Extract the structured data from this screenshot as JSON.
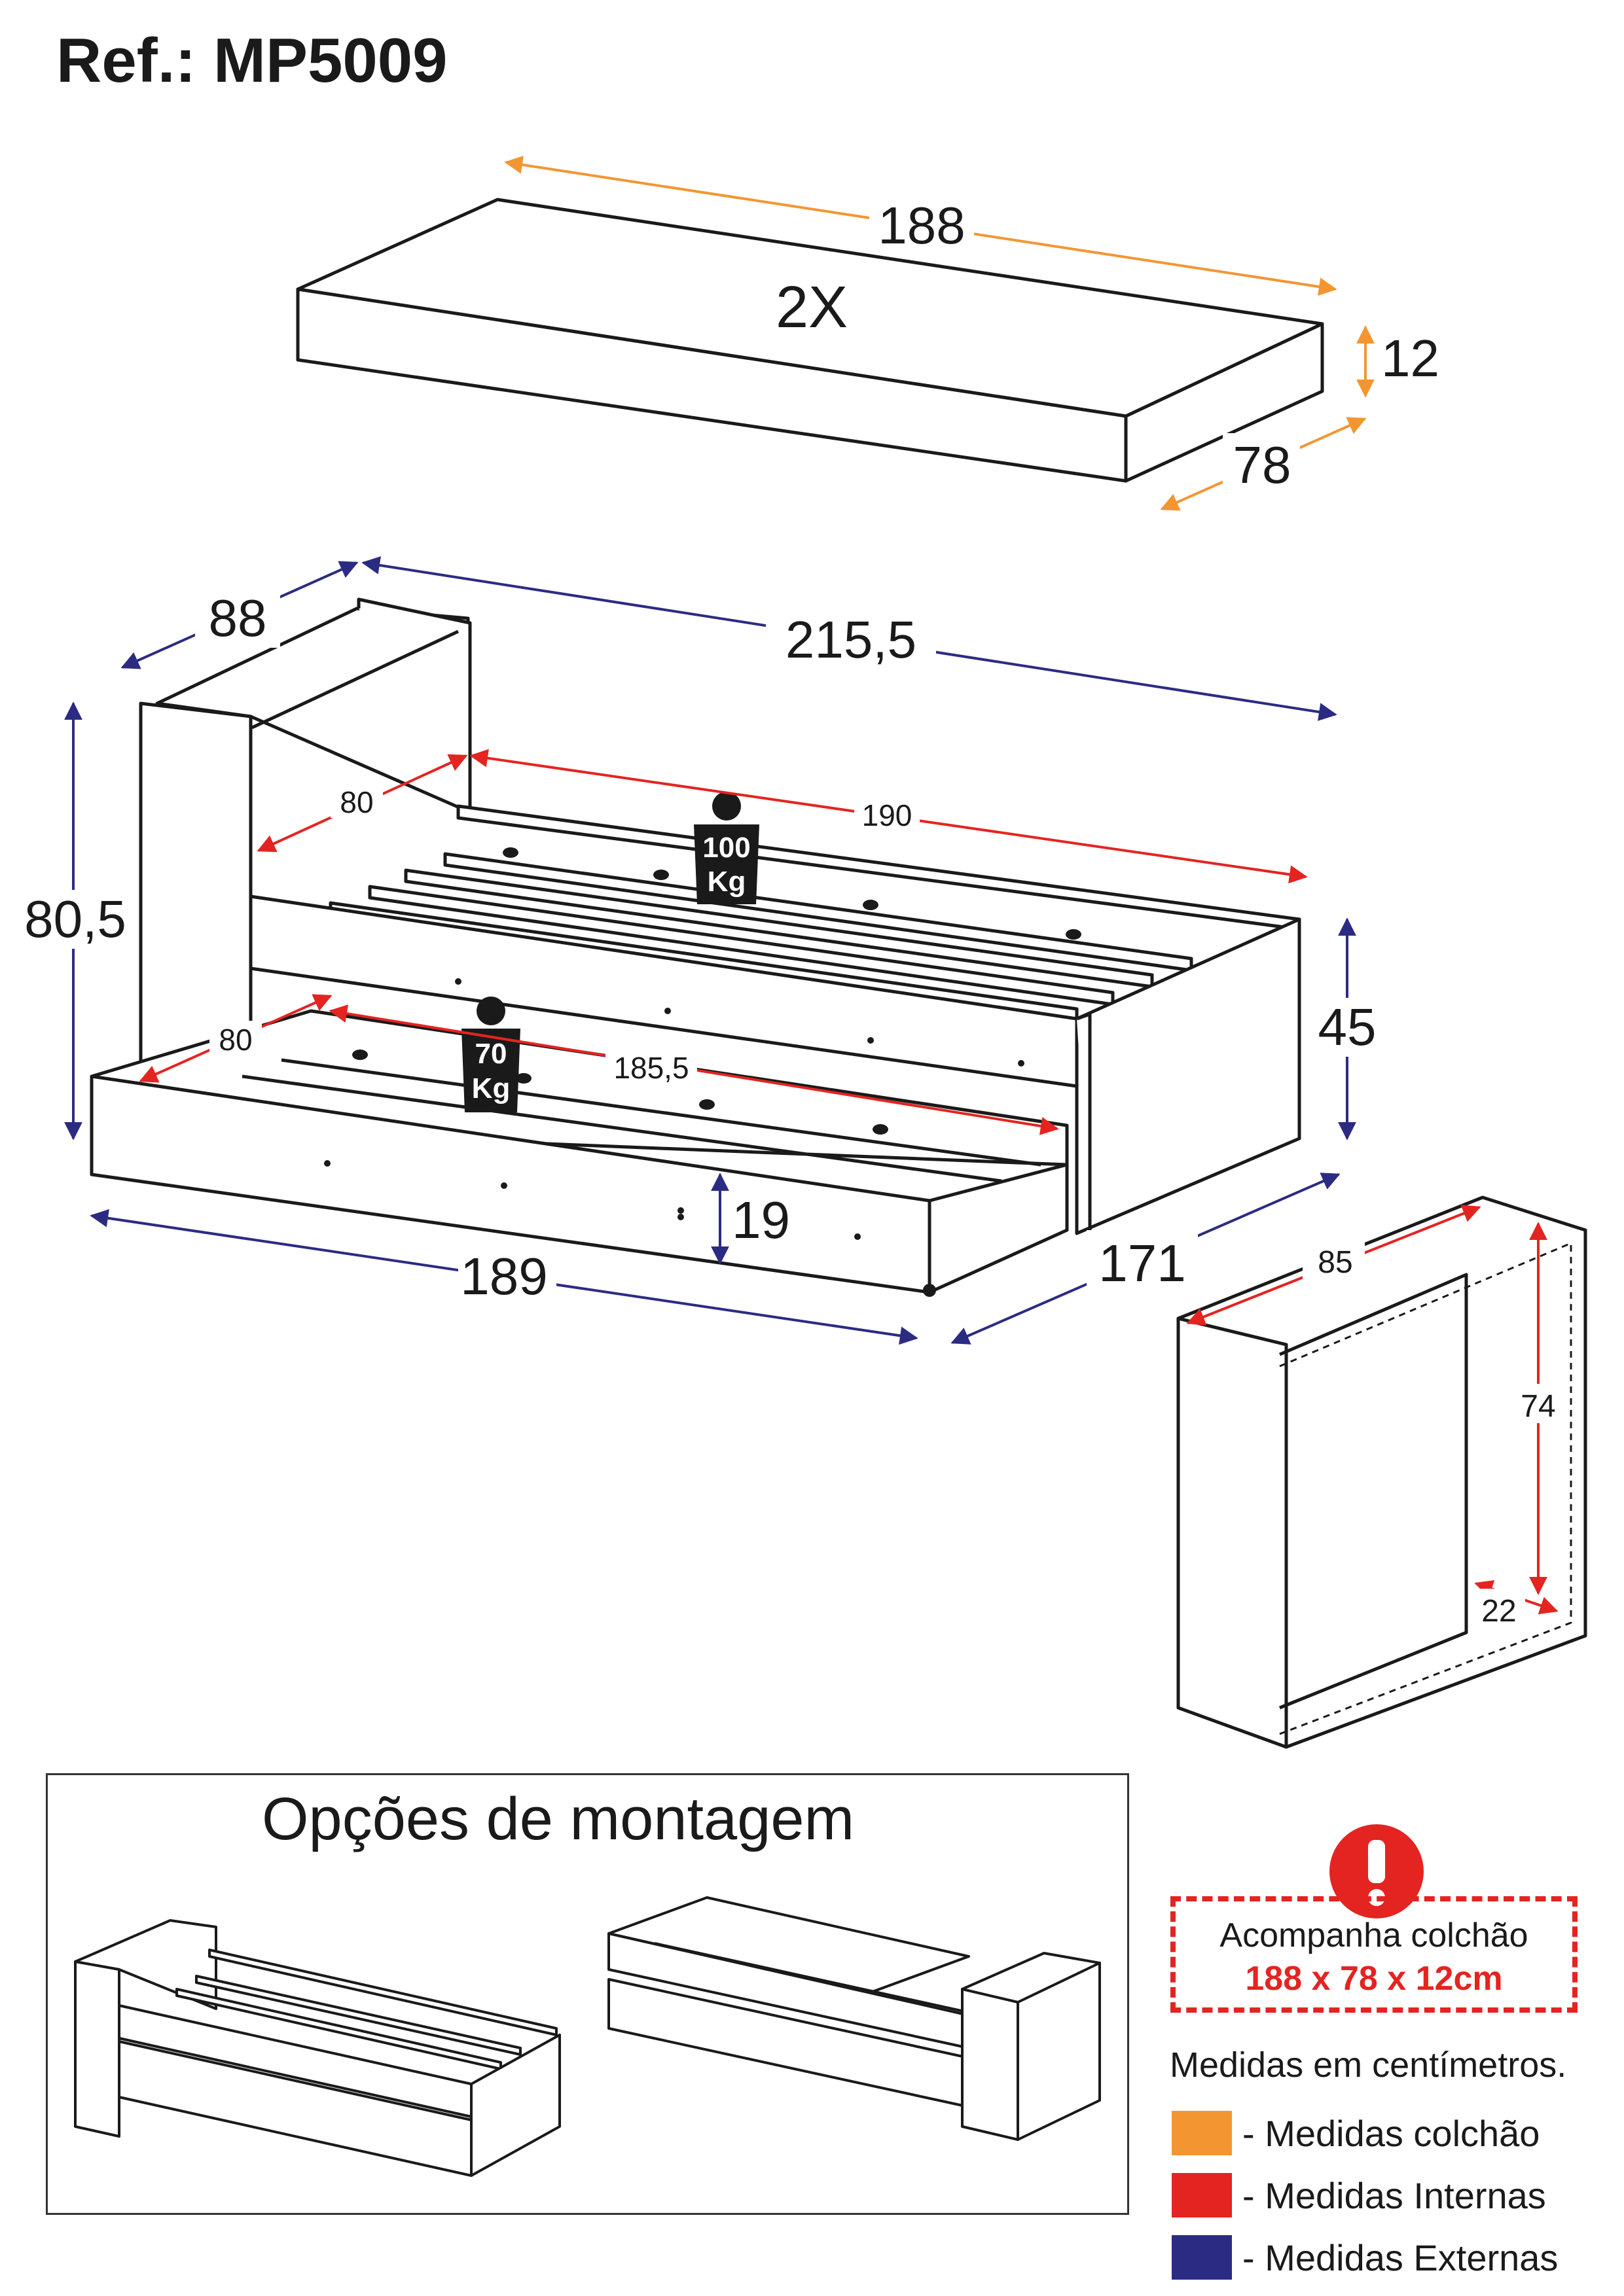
{
  "header": {
    "ref": "Ref.: MP5009"
  },
  "colors": {
    "mattress": "#f39632",
    "internal": "#e42421",
    "external": "#2c2b83",
    "line": "#1a1a1a"
  },
  "mattress": {
    "quantity": "2X",
    "length": "188",
    "height": "12",
    "depth": "78"
  },
  "bed": {
    "depth_ext": "88",
    "length_ext": "215,5",
    "height_ext": "80,5",
    "side_height": "45",
    "depth_int_top": "80",
    "length_int_top": "190",
    "load_top_value": "100",
    "load_top_unit": "Kg",
    "depth_int_trundle": "80",
    "length_int_trundle": "185,5",
    "load_trundle_value": "70",
    "load_trundle_unit": "Kg",
    "trundle_height": "19",
    "trundle_length": "189",
    "depth_open": "171"
  },
  "headboard": {
    "width_int": "85",
    "height_int": "74",
    "depth_int": "22"
  },
  "assembly": {
    "title": "Opções de montagem"
  },
  "notice": {
    "line1": "Acompanha colchão",
    "line2": "188 x 78 x 12cm"
  },
  "legend": {
    "title": "Medidas em centímetros.",
    "items": [
      {
        "label": "- Medidas colchão",
        "color": "#f39632"
      },
      {
        "label": "- Medidas Internas",
        "color": "#e42421"
      },
      {
        "label": "- Medidas Externas",
        "color": "#2c2b83"
      }
    ]
  }
}
